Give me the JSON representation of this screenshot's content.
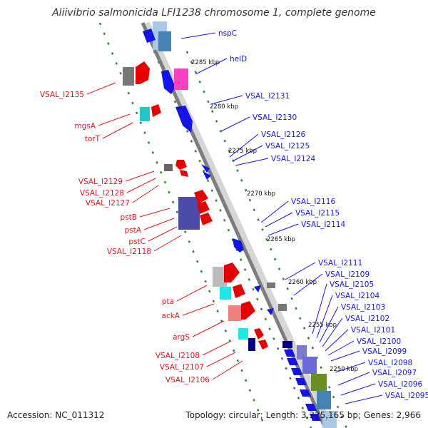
{
  "title": "Aliivibrio salmonicida LFI1238 chromosome 1, complete genome",
  "footer": {
    "accession": "Accession: NC_011312",
    "summary": "Topology: circular; Length: 3,325,165 bp; Genes: 2,966"
  },
  "colors": {
    "forward_label": "#e0141e",
    "reverse_label": "#1414e0",
    "backbone_dark": "#7d7d7d",
    "backbone_light": "#d6d6d6",
    "tick_dots": "#2e8b2e"
  },
  "scale_labels": [
    "2285 kbp",
    "2280 kbp",
    "2275 kbp",
    "2270 kbp",
    "2265 kbp",
    "2260 kbp",
    "2255 kbp",
    "2250 kbp"
  ],
  "left_labels": [
    "VSAL_I2135",
    "mgsA",
    "torT",
    "VSAL_I2129",
    "VSAL_I2128",
    "VSAL_I2127",
    "pstB",
    "pstA",
    "pstC",
    "VSAL_I2118",
    "pta",
    "ackA",
    "argS",
    "VSAL_I2108",
    "VSAL_I2107",
    "VSAL_I2106"
  ],
  "right_labels": [
    "nspC",
    "helD",
    "VSAL_I2131",
    "VSAL_I2130",
    "VSAL_I2126",
    "VSAL_I2125",
    "VSAL_I2124",
    "VSAL_I2116",
    "VSAL_I2115",
    "VSAL_I2114",
    "VSAL_I2111",
    "VSAL_I2109",
    "VSAL_I2105",
    "VSAL_I2104",
    "VSAL_I2103",
    "VSAL_I2102",
    "VSAL_I2101",
    "VSAL_I2100",
    "VSAL_I2099",
    "VSAL_I2098",
    "VSAL_I2097",
    "VSAL_I2096",
    "VSAL_I2095"
  ]
}
